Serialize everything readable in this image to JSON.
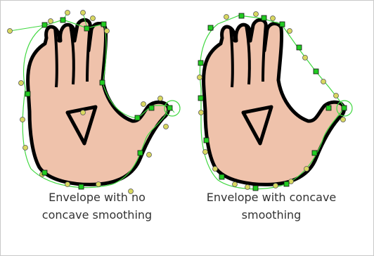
{
  "diagram": {
    "colors": {
      "skin": "#efc2ab",
      "outline": "#000000",
      "envelope_line": "#40d840",
      "envelope_point": "#22cc22",
      "control_point": "#d8d860",
      "background": "#ffffff",
      "frame_border": "#c9c9c9"
    },
    "panels": [
      {
        "id": "no-concave",
        "caption_line1": "Envelope with no",
        "caption_line2": "concave smoothing"
      },
      {
        "id": "concave",
        "caption_line1": "Envelope with concave",
        "caption_line2": "smoothing"
      }
    ]
  }
}
